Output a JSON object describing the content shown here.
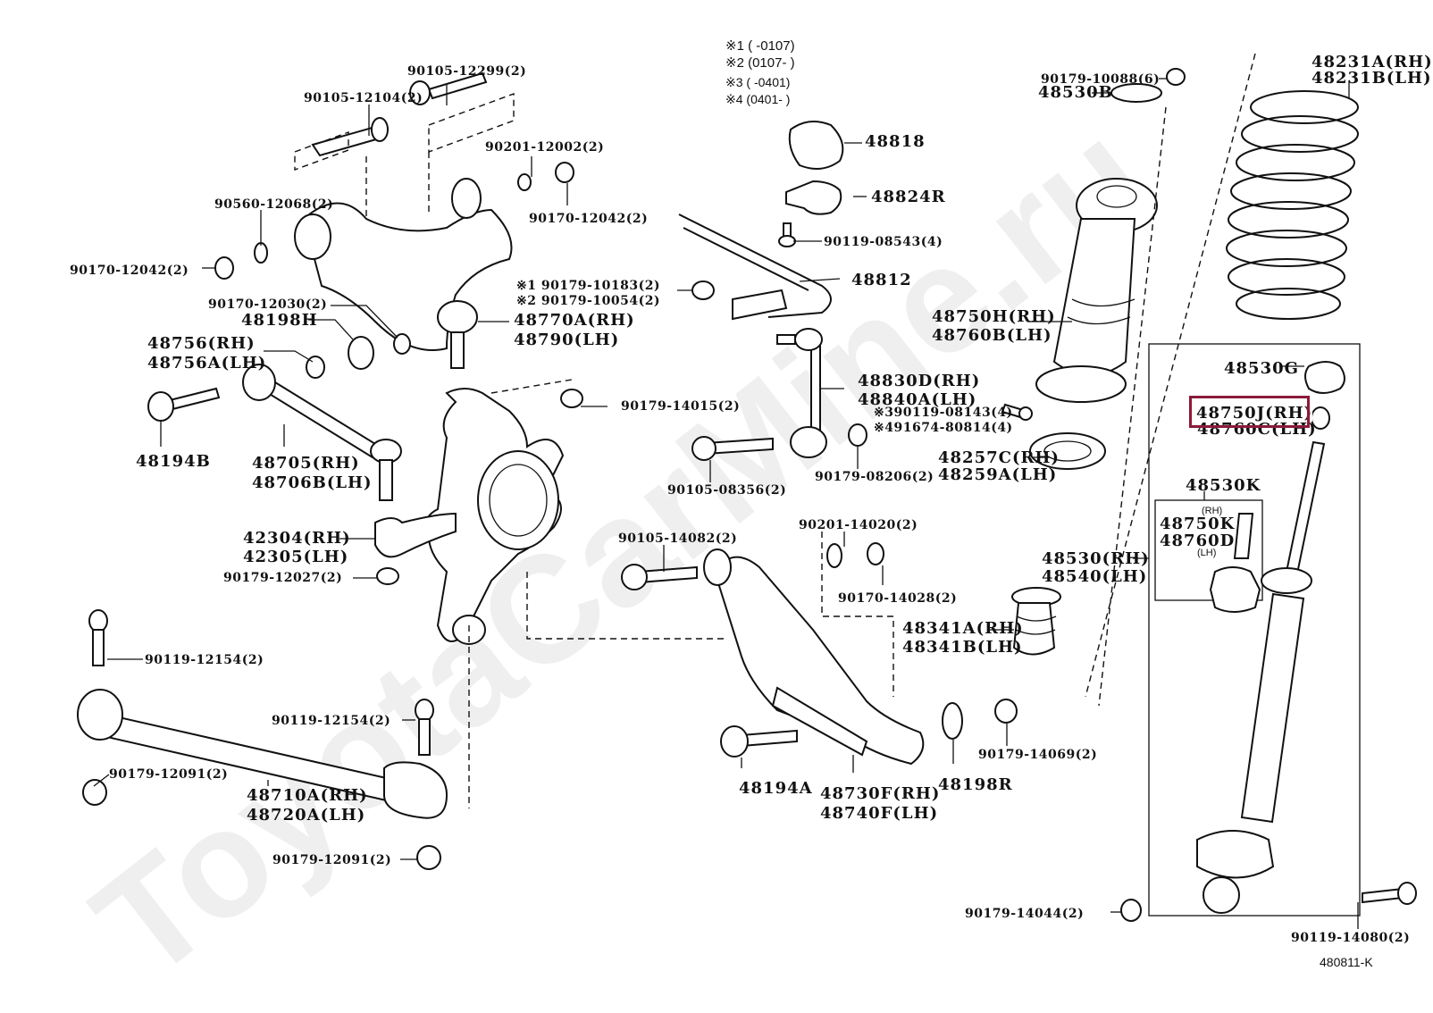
{
  "diagram": {
    "title_code": "480811-K",
    "watermark": "ToyotaCarMine.ru",
    "highlight_color": "#8b1a3a",
    "highlighted_part": "48750J (RH)",
    "notes": [
      {
        "mark": "※1",
        "range": "(        -0107)"
      },
      {
        "mark": "※2",
        "range": "(0107-        )"
      },
      {
        "mark": "※3",
        "range": "(        -0401)"
      },
      {
        "mark": "※4",
        "range": "(0401-        )"
      }
    ],
    "labels": {
      "p90105_12299": "90105-12299(2)",
      "p90105_12104": "90105-12104(2)",
      "p90201_12002": "90201-12002(2)",
      "p90170_12042a": "90170-12042(2)",
      "p90560_12068": "90560-12068(2)",
      "p90170_12042b": "90170-12042(2)",
      "p90179_10183": "※1 90179-10183(2)",
      "p90179_10054": "※2 90179-10054(2)",
      "p90170_12030": "90170-12030(2)",
      "p48198H": "48198H",
      "p48770A": "48770A(RH)",
      "p48790": "48790(LH)",
      "p48756": "48756(RH)",
      "p48756A": "48756A(LH)",
      "p48194B": "48194B",
      "p48705": "48705(RH)",
      "p48706B": "48706B(LH)",
      "p90179_14015": "90179-14015(2)",
      "p42304": "42304(RH)",
      "p42305": "42305(LH)",
      "p90179_12027": "90179-12027(2)",
      "p90119_12154a": "90119-12154(2)",
      "p90119_12154b": "90119-12154(2)",
      "p90179_12091a": "90179-12091(2)",
      "p48710A": "48710A(RH)",
      "p48720A": "48720A(LH)",
      "p90179_12091b": "90179-12091(2)",
      "p48818": "48818",
      "p48824R": "48824R",
      "p90119_08543": "90119-08543(4)",
      "p48812": "48812",
      "p48830D": "48830D(RH)",
      "p48840A": "48840A(LH)",
      "p90119_08143": "※390119-08143(4)",
      "p91674_80814": "※491674-80814(4)",
      "p90105_08356": "90105-08356(2)",
      "p90179_08206": "90179-08206(2)",
      "p90201_14020": "90201-14020(2)",
      "p90105_14082": "90105-14082(2)",
      "p90170_14028": "90170-14028(2)",
      "p48341A": "48341A(RH)",
      "p48341B": "48341B(LH)",
      "p48194A": "48194A",
      "p48730F": "48730F(RH)",
      "p48740F": "48740F(LH)",
      "p48198R": "48198R",
      "p90179_14069": "90179-14069(2)",
      "p90179_10088": "90179-10088(6)",
      "p48530B": "48530B",
      "p48231A": "48231A(RH)",
      "p48231B": "48231B(LH)",
      "p48750H": "48750H(RH)",
      "p48760B": "48760B(LH)",
      "p48257C": "48257C(RH)",
      "p48259A": "48259A(LH)",
      "p48530": "48530(RH)",
      "p48540": "48540(LH)",
      "p48530G": "48530G",
      "p48750J": "48750J(RH)",
      "p48760C": "48760C(LH)",
      "p48530K": "48530K",
      "p48750K": "48750K",
      "p48760D": "48760D",
      "rh_small": "(RH)",
      "lh_small": "(LH)",
      "p90179_14044": "90179-14044(2)",
      "p90119_14080": "90119-14080(2)"
    }
  }
}
